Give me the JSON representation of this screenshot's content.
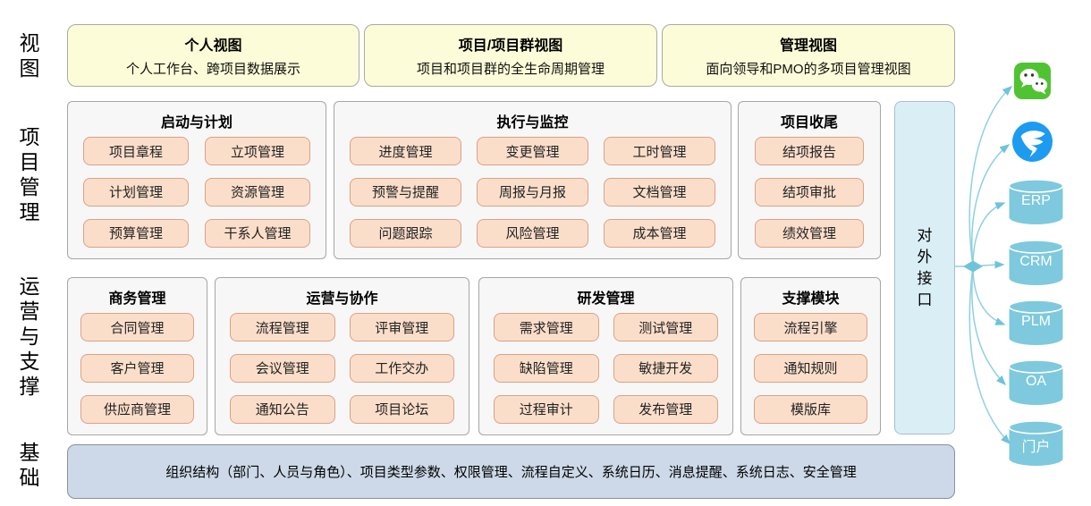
{
  "left_labels": {
    "view": "视图",
    "project_management": "项目管理",
    "operation_support": "运营与支撑",
    "foundation": "基础"
  },
  "views": [
    {
      "title": "个人视图",
      "subtitle": "个人工作台、跨项目数据展示"
    },
    {
      "title": "项目/项目群视图",
      "subtitle": "项目和项目群的全生命周期管理"
    },
    {
      "title": "管理视图",
      "subtitle": "面向领导和PMO的多项目管理视图"
    }
  ],
  "pm_groups": [
    {
      "title": "启动与计划",
      "items": [
        "项目章程",
        "立项管理",
        "计划管理",
        "资源管理",
        "预算管理",
        "干系人管理"
      ]
    },
    {
      "title": "执行与监控",
      "items": [
        "进度管理",
        "变更管理",
        "工时管理",
        "预警与提醒",
        "周报与月报",
        "文档管理",
        "问题跟踪",
        "风险管理",
        "成本管理"
      ]
    },
    {
      "title": "项目收尾",
      "items": [
        "结项报告",
        "结项审批",
        "绩效管理"
      ]
    }
  ],
  "ops_groups": [
    {
      "title": "商务管理",
      "items": [
        "合同管理",
        "客户管理",
        "供应商管理"
      ]
    },
    {
      "title": "运营与协作",
      "items": [
        "流程管理",
        "评审管理",
        "会议管理",
        "工作交办",
        "通知公告",
        "项目论坛"
      ]
    },
    {
      "title": "研发管理",
      "items": [
        "需求管理",
        "测试管理",
        "缺陷管理",
        "敏捷开发",
        "过程审计",
        "发布管理"
      ]
    },
    {
      "title": "支撑模块",
      "items": [
        "流程引擎",
        "通知规则",
        "模版库"
      ]
    }
  ],
  "external_interface_label": "对外接口",
  "foundation_text": "组织结构（部门、人员与角色）、项目类型参数、权限管理、流程自定义、系统日历、消息提醒、系统日志、安全管理",
  "integrations": {
    "icons": [
      "wechat-icon",
      "dingtalk-icon"
    ],
    "systems": [
      "ERP",
      "CRM",
      "PLM",
      "OA",
      "门户"
    ]
  },
  "colors": {
    "view_card_bg": "#fcfcd8",
    "group_bg": "#f7f7f7",
    "module_bg": "#fbdeca",
    "module_border": "#dda085",
    "interface_bg": "#daeef5",
    "foundation_bg": "#cdd9e8",
    "cylinder": "#7ec9dd",
    "arrow": "#8fd0e2",
    "wechat_green": "#50c332",
    "dingtalk_blue": "#1d9bf0"
  }
}
